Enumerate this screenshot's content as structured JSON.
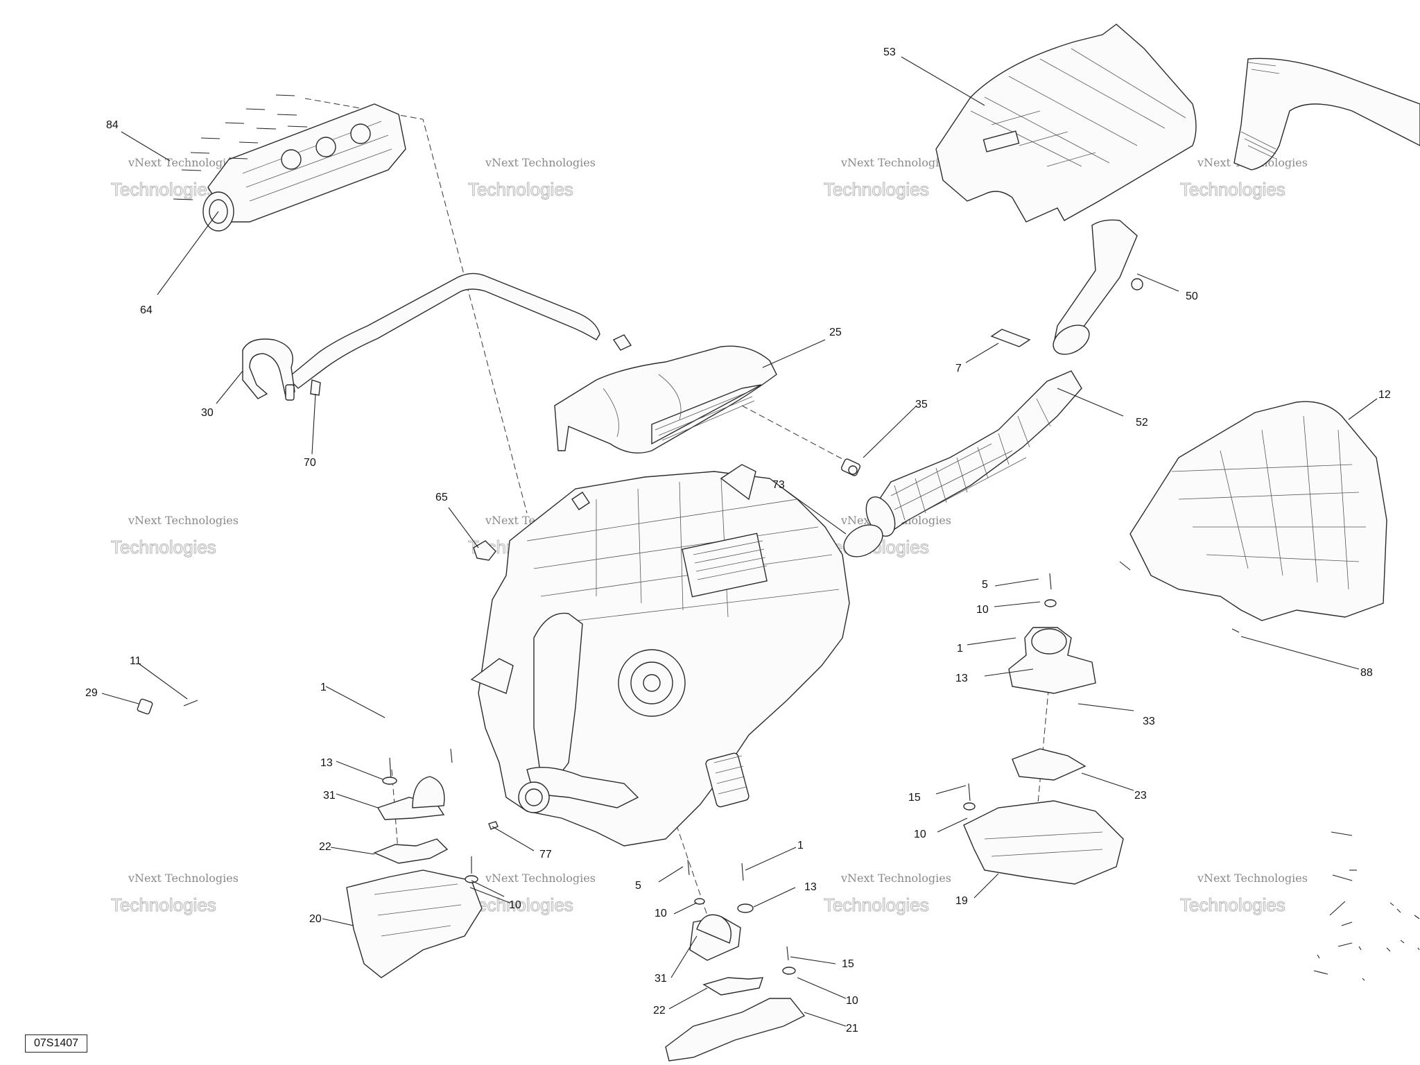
{
  "diagram": {
    "code": "07S1407",
    "watermark": {
      "line1": "vNext Technologies",
      "line2": "Technologies"
    },
    "callouts": [
      "84",
      "64",
      "53",
      "30",
      "70",
      "25",
      "50",
      "7",
      "35",
      "52",
      "12",
      "65",
      "73",
      "5",
      "10",
      "1",
      "13",
      "33",
      "88",
      "11",
      "29",
      "1",
      "13",
      "31",
      "22",
      "20",
      "77",
      "5",
      "10",
      "10",
      "1",
      "13",
      "31",
      "15",
      "22",
      "10",
      "21",
      "15",
      "10",
      "23",
      "19"
    ],
    "icons": [
      "exhaust-manifold",
      "intercooler-hose",
      "air-intake-cover",
      "intake-duct",
      "engine-block",
      "oil-pan",
      "engine-mount",
      "mounting-bracket",
      "bolt",
      "washer",
      "clamp"
    ]
  }
}
